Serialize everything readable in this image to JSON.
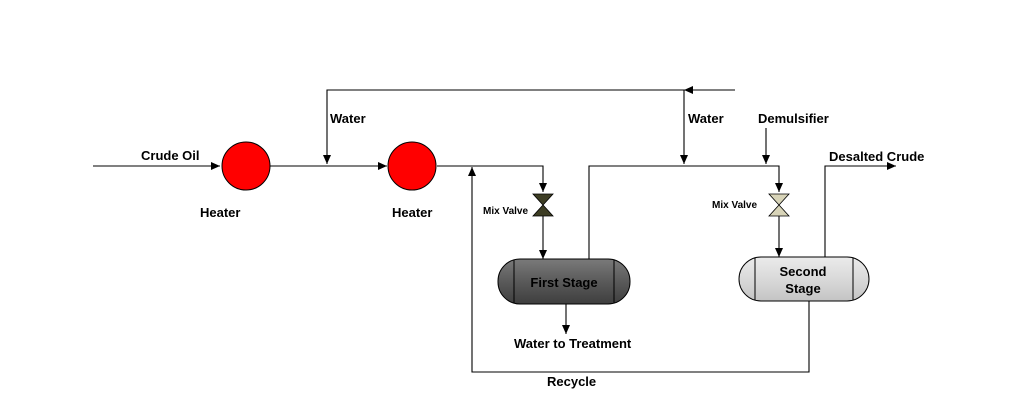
{
  "labels": {
    "crude_oil": "Crude Oil",
    "heater_1": "Heater",
    "heater_2": "Heater",
    "water_1": "Water",
    "water_2": "Water",
    "demulsifier": "Demulsifier",
    "desalted_crude": "Desalted Crude",
    "mix_valve_1": "Mix Valve",
    "mix_valve_2": "Mix Valve",
    "first_stage": "First Stage",
    "second_stage_line1": "Second",
    "second_stage_line2": "Stage",
    "water_to_treatment": "Water to Treatment",
    "recycle": "Recycle"
  },
  "colors": {
    "heater": "#ff0000",
    "first_stage_fill": "#5a5a5a",
    "second_stage_fill": "#d9d9d9",
    "valve_1": "#3d3d24",
    "valve_2": "#d8d4b8"
  }
}
